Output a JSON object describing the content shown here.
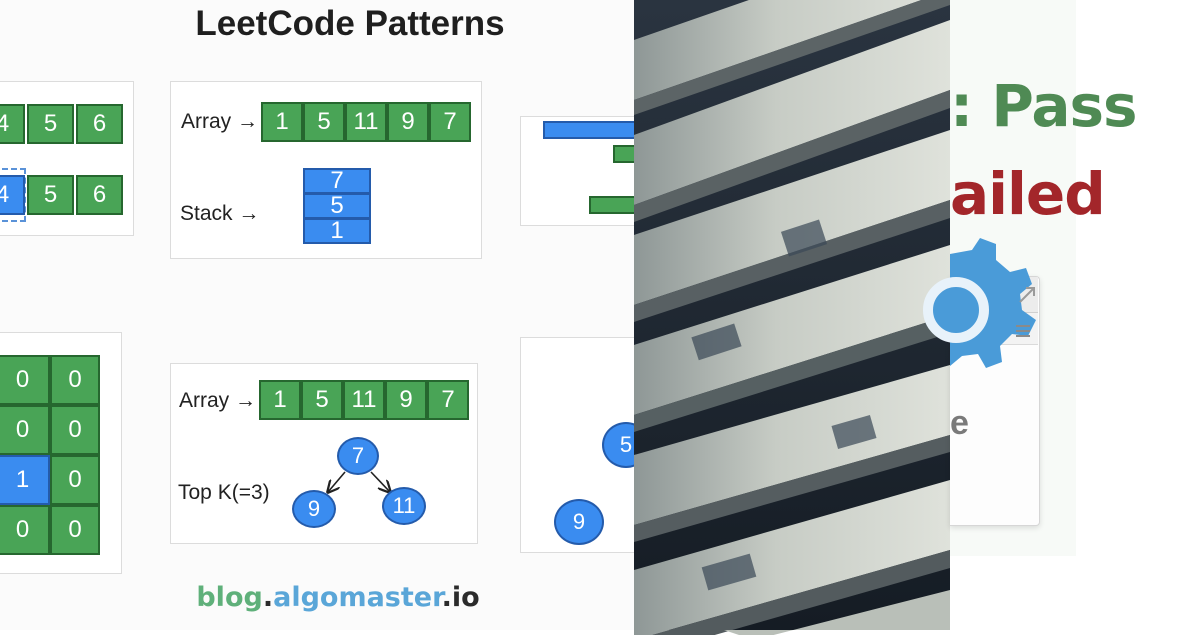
{
  "title": "LeetCode Patterns",
  "cards": {
    "two_pointers": {
      "row1": [
        "4",
        "5",
        "6"
      ],
      "row2": [
        "4",
        "5",
        "6"
      ]
    },
    "stack": {
      "array_label": "Array →",
      "array_values": [
        "1",
        "5",
        "11",
        "9",
        "7"
      ],
      "stack_label": "Stack →",
      "stack_values": [
        "7",
        "5",
        "1"
      ]
    },
    "matrix": {
      "rows": [
        [
          "0",
          "0"
        ],
        [
          "0",
          "0"
        ],
        [
          "1",
          "0"
        ],
        [
          "0",
          "0"
        ]
      ]
    },
    "heap": {
      "array_label": "Array →",
      "array_values": [
        "1",
        "5",
        "11",
        "9",
        "7"
      ],
      "topk_label": "Top K(=3)",
      "tree": {
        "root": "7",
        "left": "9",
        "right": "11"
      }
    },
    "graph": {
      "nodes": [
        "5",
        "9"
      ]
    }
  },
  "footer": {
    "part1": "blog",
    "dot1": ".",
    "part2": "algomaster",
    "dot2": ".",
    "part3": "io"
  },
  "right_panel": {
    "pass_text": ": Pass",
    "failed_text": "ailed",
    "partial_letter": "e"
  },
  "colors": {
    "green_cell": "#49a456",
    "blue_cell": "#3a8cf0",
    "pass_green": "#4f8a54",
    "failed_red": "#a3262a",
    "gear_blue": "#4a9bd8"
  }
}
